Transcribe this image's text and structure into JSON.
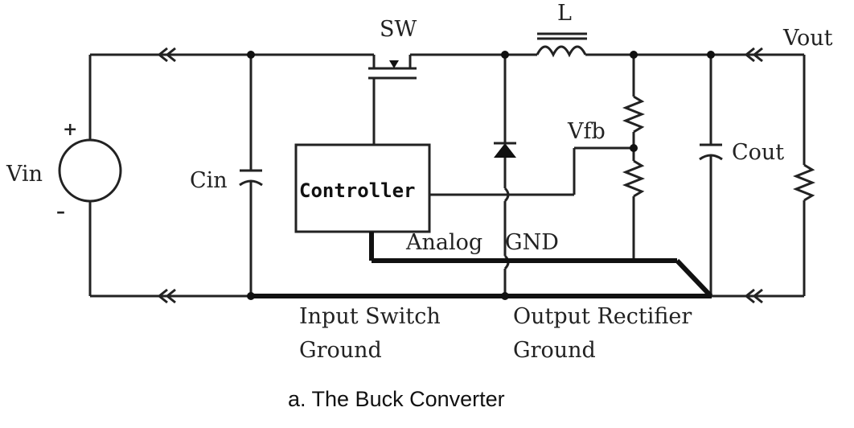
{
  "labels": {
    "sw": "SW",
    "l": "L",
    "vout": "Vout",
    "vin": "Vin",
    "plus": "+",
    "minus": "–",
    "cin": "Cin",
    "cout": "Cout",
    "vfb": "Vfb",
    "controller": "Controller",
    "analog": "Analog",
    "gnd": "GND",
    "input_ground_1": "Input Switch",
    "input_ground_2": "Ground",
    "output_ground_1": "Output Rectifier",
    "output_ground_2": "Ground",
    "caption": "a. The Buck Converter"
  }
}
